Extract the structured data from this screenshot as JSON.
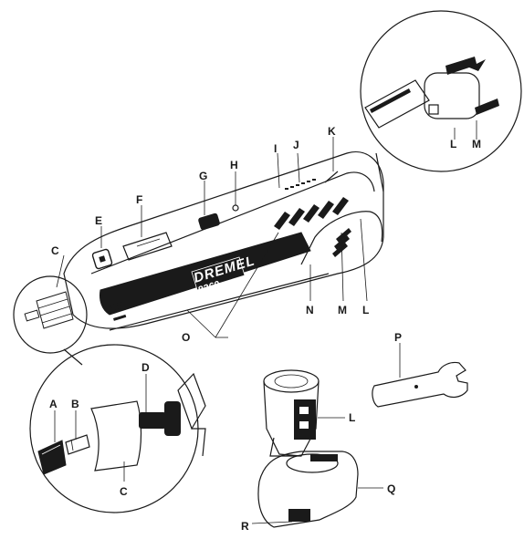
{
  "labels": {
    "a": "A",
    "b": "B",
    "c": "C",
    "d": "D",
    "e": "E",
    "f": "F",
    "g": "G",
    "h": "H",
    "i": "I",
    "j": "J",
    "k": "K",
    "l": "L",
    "m": "M",
    "n": "N",
    "o": "O",
    "p": "P",
    "q": "Q",
    "r": "R"
  },
  "branding": {
    "logo": "DREMEL",
    "model": "8260"
  }
}
